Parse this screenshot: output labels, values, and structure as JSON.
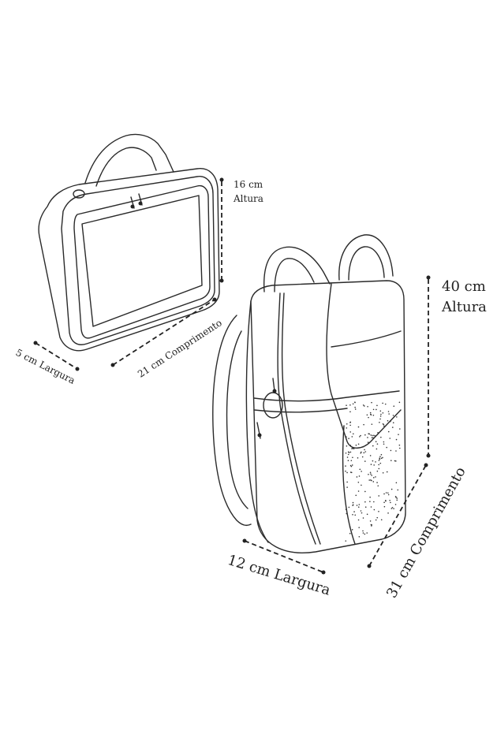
{
  "lunchbox": {
    "height_value": "16 cm",
    "height_label": "Altura",
    "length": "21 cm Comprimento",
    "width": "5 cm Largura"
  },
  "backpack": {
    "height_value": "40 cm",
    "height_label": "Altura",
    "width": "12 cm Largura",
    "length": "31 cm Comprimento"
  }
}
